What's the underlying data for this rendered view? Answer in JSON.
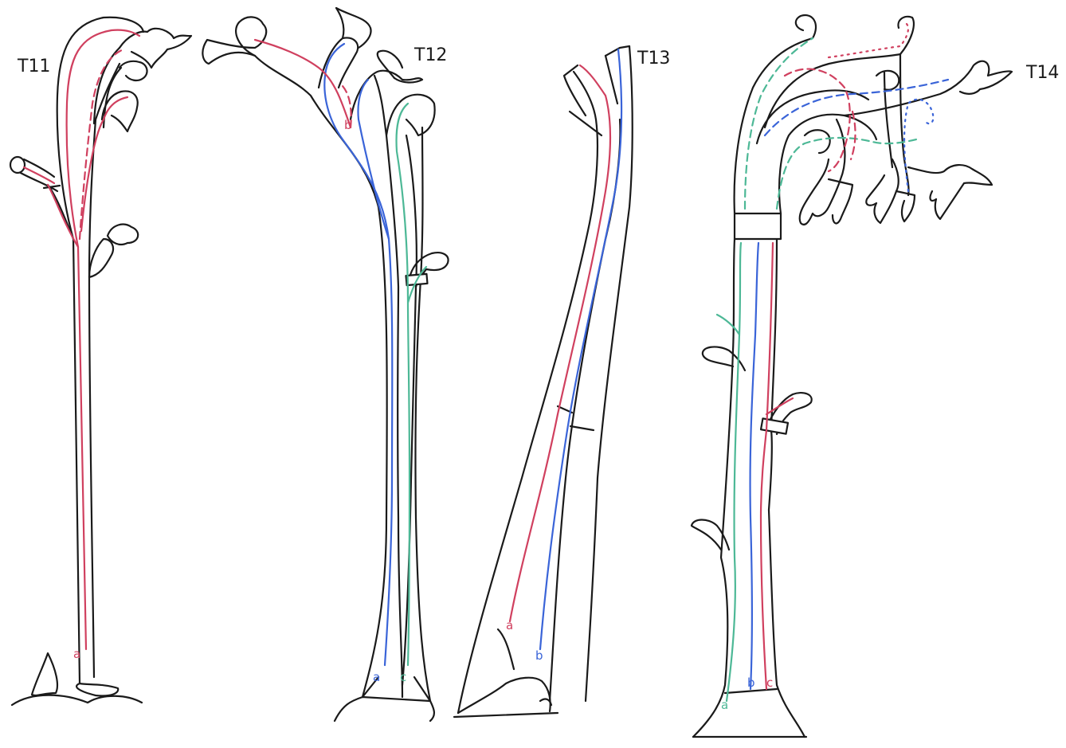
{
  "specimens": [
    {
      "id": "T11",
      "label": "T11",
      "traces": [
        "a"
      ]
    },
    {
      "id": "T12",
      "label": "T12",
      "traces": [
        "b",
        "a",
        "c"
      ]
    },
    {
      "id": "T13",
      "label": "T13",
      "traces": [
        "a",
        "b"
      ]
    },
    {
      "id": "T14",
      "label": "T14",
      "traces": [
        "a",
        "b",
        "c"
      ]
    }
  ],
  "trace_colors": {
    "a": "#d0405f",
    "b": "#3a64d8",
    "c": "#4db896"
  }
}
